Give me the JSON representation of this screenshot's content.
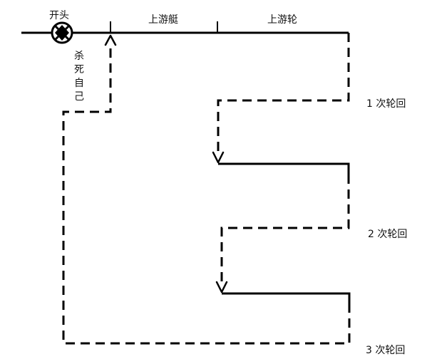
{
  "labels": {
    "start": "开头",
    "upstream_boat": "上游艇",
    "upstream_wheel": "上游轮",
    "kill_self": [
      "杀",
      "死",
      "自",
      "己"
    ],
    "cycle_1": "1 次轮回",
    "cycle_2": "2 次轮回",
    "cycle_3": "3 次轮回"
  },
  "colors": {
    "line": "#000000",
    "text": "#111111",
    "background": "#ffffff"
  },
  "icons": {
    "start_marker": "circled-x-icon"
  }
}
